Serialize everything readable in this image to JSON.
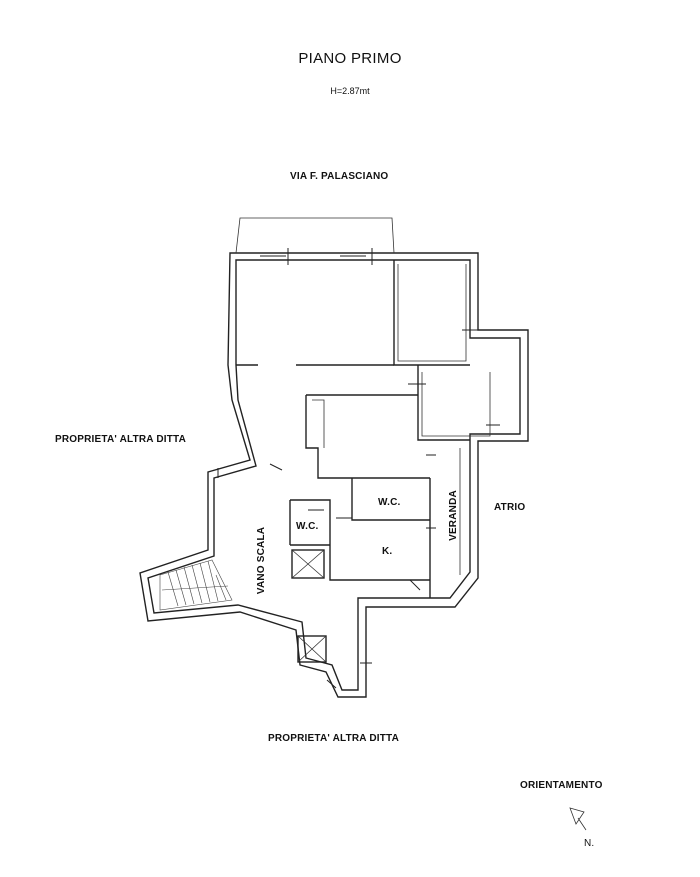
{
  "header": {
    "title": "PIANO PRIMO",
    "height_note": "H=2.87mt"
  },
  "labels": {
    "street": "VIA F. PALASCIANO",
    "left_property": "PROPRIETA' ALTRA DITTA",
    "bottom_property": "PROPRIETA' ALTRA DITTA",
    "atrio": "ATRIO",
    "veranda": "VERANDA",
    "wc_upper": "W.C.",
    "wc_lower": "W.C.",
    "kitchen": "K.",
    "stairwell": "VANO SCALA"
  },
  "orientation": {
    "label": "ORIENTAMENTO",
    "north": "N."
  }
}
